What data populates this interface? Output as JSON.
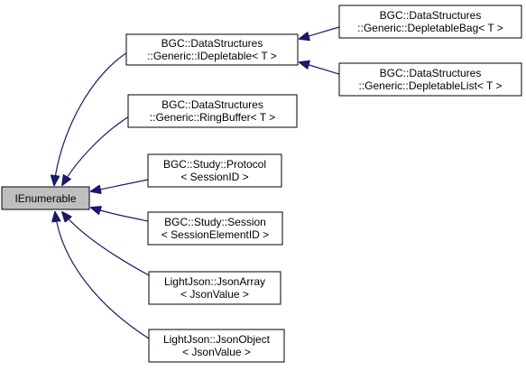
{
  "diagram": {
    "colors": {
      "edge": "#191970",
      "node_border": "#000000",
      "root_fill": "#bfbfbf",
      "node_fill": "#ffffff"
    },
    "root": {
      "lines": [
        "IEnumerable"
      ]
    },
    "nodes": {
      "idepletable": {
        "lines": [
          "BGC::DataStructures",
          "::Generic::IDepletable< T >"
        ]
      },
      "ringbuffer": {
        "lines": [
          "BGC::DataStructures",
          "::Generic::RingBuffer< T >"
        ]
      },
      "protocol": {
        "lines": [
          "BGC::Study::Protocol",
          "< SessionID >"
        ]
      },
      "session": {
        "lines": [
          "BGC::Study::Session",
          "< SessionElementID >"
        ]
      },
      "jsonarray": {
        "lines": [
          "LightJson::JsonArray",
          "< JsonValue >"
        ]
      },
      "jsonobject": {
        "lines": [
          "LightJson::JsonObject",
          "< JsonValue >"
        ]
      },
      "depletablebag": {
        "lines": [
          "BGC::DataStructures",
          "::Generic::DepletableBag< T >"
        ]
      },
      "depletablelist": {
        "lines": [
          "BGC::DataStructures",
          "::Generic::DepletableList< T >"
        ]
      }
    },
    "edges": [
      {
        "from": "idepletable",
        "to": "root"
      },
      {
        "from": "ringbuffer",
        "to": "root"
      },
      {
        "from": "protocol",
        "to": "root"
      },
      {
        "from": "session",
        "to": "root"
      },
      {
        "from": "jsonarray",
        "to": "root"
      },
      {
        "from": "jsonobject",
        "to": "root"
      },
      {
        "from": "depletablebag",
        "to": "idepletable"
      },
      {
        "from": "depletablelist",
        "to": "idepletable"
      }
    ]
  }
}
